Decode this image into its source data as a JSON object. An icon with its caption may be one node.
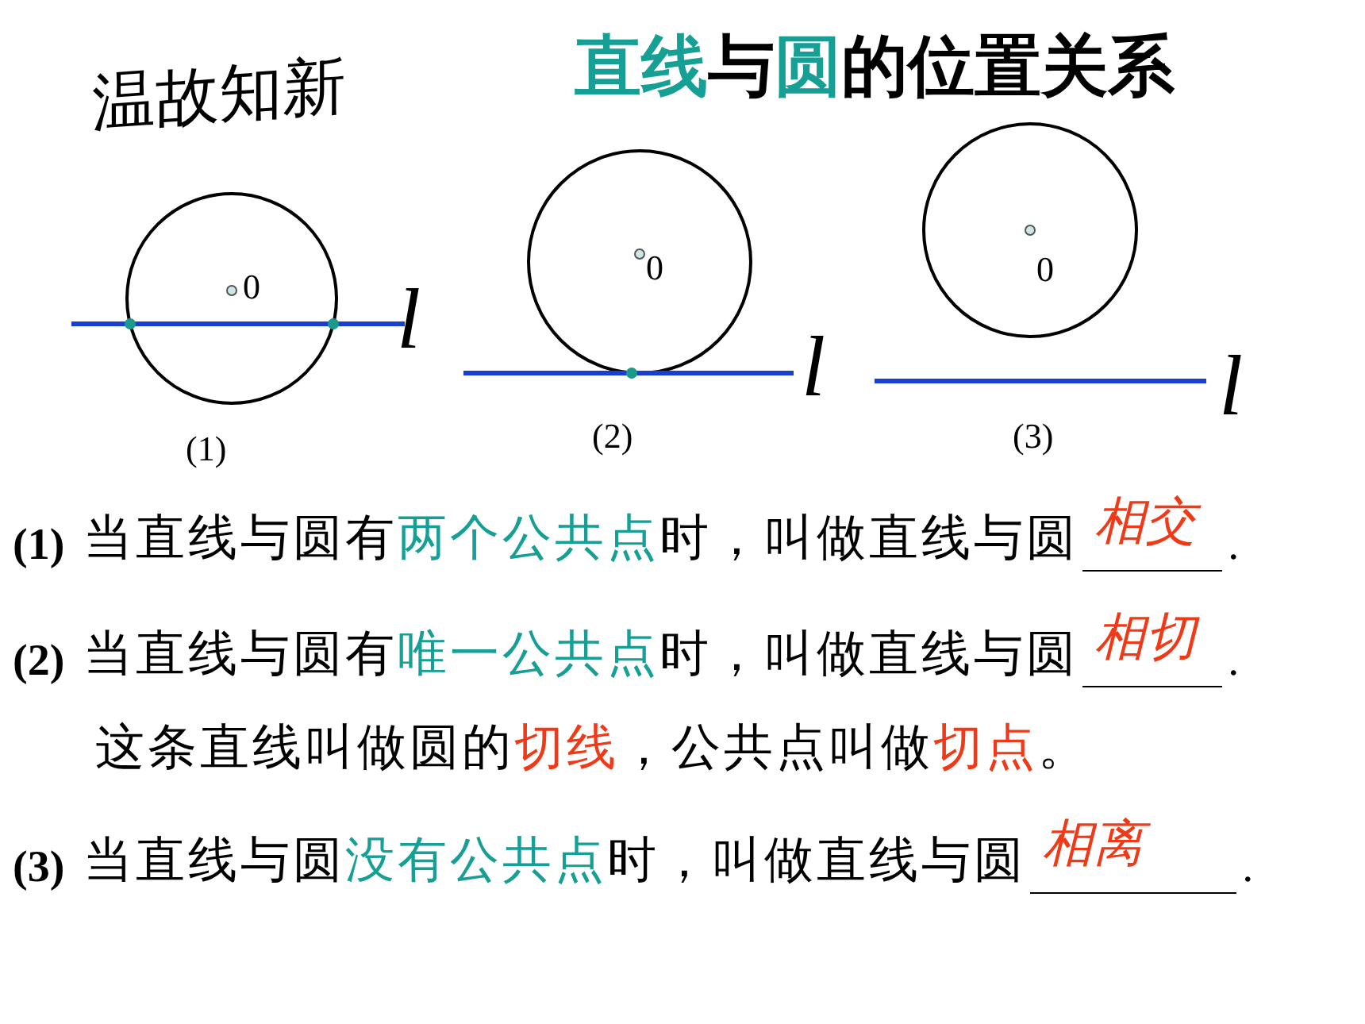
{
  "diagram": {
    "title": "直线与圆的位置关系",
    "labels": [
      "温故知新",
      "0",
      "l",
      "0",
      "l",
      "0",
      "l",
      "(1)",
      "(2)",
      "(3)",
      "(1)",
      "当直线与圆有两个公共点时，叫做直线与圆",
      "相交",
      ".",
      "(2)",
      "当直线与圆有唯一公共点时，叫做直线与圆",
      "相切",
      ".",
      "这条直线叫做圆的切线，公共点叫做切点。",
      "(3)",
      "当直线与圆没有公共点时，叫做直线与圆",
      "相离",
      "."
    ]
  }
}
